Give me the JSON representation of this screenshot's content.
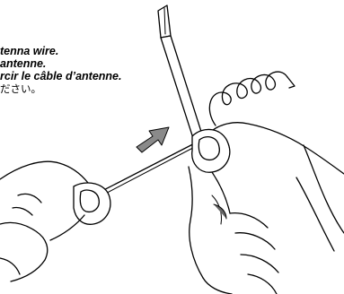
{
  "instructions": {
    "lines": [
      "tenna wire.",
      "antenne.",
      "rcir le câble d’antenne.",
      "ださい。"
    ]
  },
  "illustration": {
    "subjects": [
      "left-hand",
      "right-hand",
      "screwdriver",
      "antenna-wire",
      "coil",
      "arrow"
    ],
    "colors": {
      "ink": "#000000",
      "paper": "#ffffff",
      "arrow_fill": "#8a8a8a"
    }
  }
}
